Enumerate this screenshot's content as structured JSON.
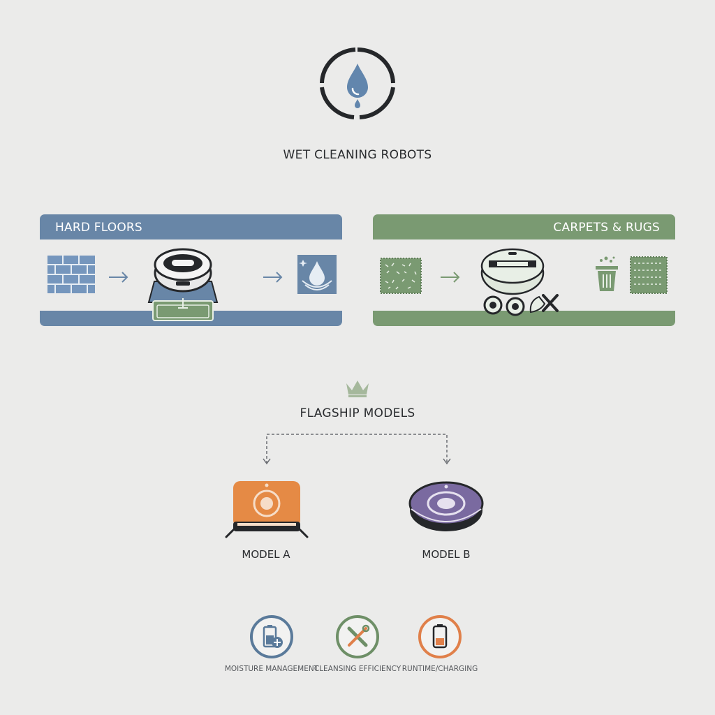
{
  "header": {
    "title": "WET CLEANING ROBOTS",
    "icon": "water-drop-icon"
  },
  "panels": {
    "hard_floors": {
      "label": "HARD FLOORS",
      "color": "#6886a7"
    },
    "carpets": {
      "label": "CARPETS & RUGS",
      "color": "#7a9a72"
    }
  },
  "flagship": {
    "title": "FLAGSHIP MODELS",
    "icon": "crown-icon",
    "models": [
      {
        "label": "MODEL A",
        "color": "#e58a45"
      },
      {
        "label": "MODEL B",
        "color": "#7a6aa0"
      }
    ]
  },
  "features": [
    {
      "label": "MOISTURE MANAGEMENT",
      "icon": "battery-plus-icon",
      "color": "#5a7a9a"
    },
    {
      "label": "CLEANSING EFFICIENCY",
      "icon": "tools-icon",
      "color": "#6e8f67"
    },
    {
      "label": "RUNTIME/CHARGING",
      "icon": "battery-low-icon",
      "color": "#e0804a"
    }
  ]
}
